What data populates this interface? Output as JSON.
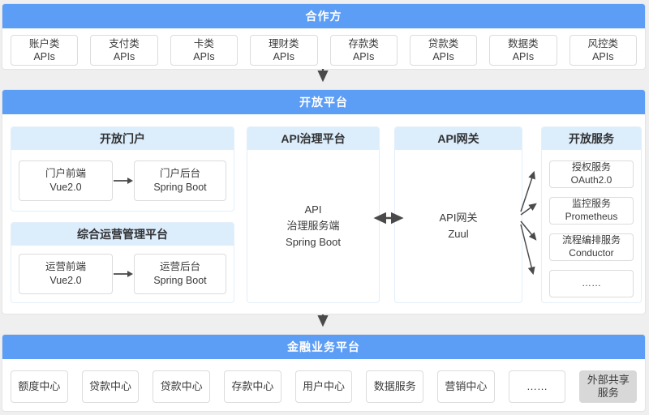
{
  "colors": {
    "header_blue": "#5C9DF5",
    "section_blue": "#DCEDFB",
    "external_gray": "#D8D8D8",
    "arrow_gray": "#4a4a4a"
  },
  "partners": {
    "title": "合作方",
    "apis": [
      "账户类\nAPIs",
      "支付类\nAPIs",
      "卡类\nAPIs",
      "理财类\nAPIs",
      "存款类\nAPIs",
      "贷款类\nAPIs",
      "数据类\nAPIs",
      "风控类\nAPIs"
    ]
  },
  "open_platform": {
    "title": "开放平台",
    "open_portal": {
      "title": "开放门户",
      "frontend": "门户前端\nVue2.0",
      "backend": "门户后台\nSpring Boot"
    },
    "ops_platform": {
      "title": "综合运营管理平台",
      "frontend": "运营前端\nVue2.0",
      "backend": "运营后台\nSpring Boot"
    },
    "api_governance": {
      "title": "API治理平台",
      "body": "API\n治理服务端\nSpring Boot"
    },
    "api_gateway": {
      "title": "API网关",
      "body": "API网关\nZuul"
    },
    "open_services": {
      "title": "开放服务",
      "items": [
        "授权服务\nOAuth2.0",
        "监控服务\nPrometheus",
        "流程编排服务\nConductor",
        "……"
      ]
    }
  },
  "finance_platform": {
    "title": "金融业务平台",
    "centers": [
      "额度中心",
      "贷款中心",
      "贷款中心",
      "存款中心",
      "用户中心",
      "数据服务",
      "营销中心",
      "……"
    ],
    "external": "外部共享\n服务"
  }
}
